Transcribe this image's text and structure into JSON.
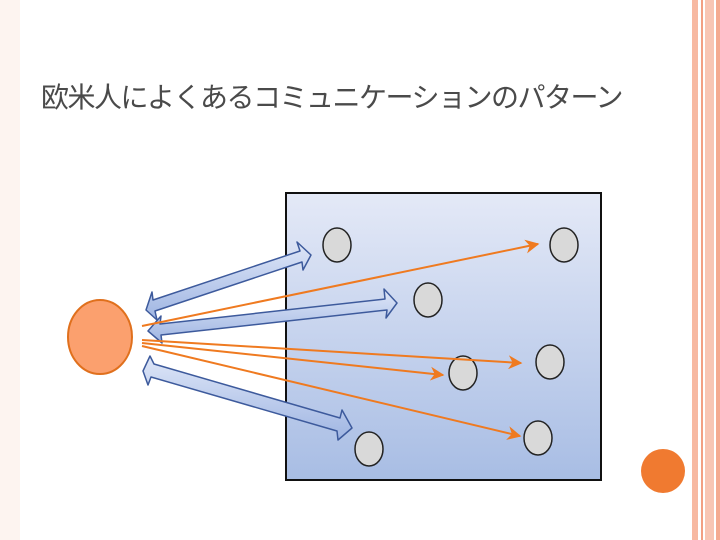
{
  "slide": {
    "title": "欧米人によくあるコミュニケーションのパターン"
  },
  "colors": {
    "accent": "#f07a30",
    "audience_node_fill": "#d9d9d9",
    "speaker_fill": "#fba06e",
    "speaker_stroke": "#e0701d",
    "arrow_orange": "#ef7a20",
    "blue_arrow_fill": "#b8c8ea",
    "audience_box_top": "#e4e9f7",
    "audience_box_bottom": "#a8bde4"
  },
  "icons": {
    "speaker": "circle",
    "audience_member": "circle",
    "accent": "circle"
  }
}
